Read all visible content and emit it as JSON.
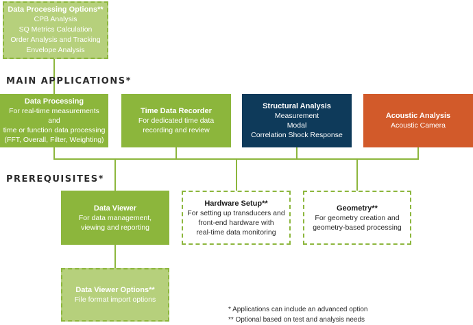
{
  "processing_options": {
    "title": "Data Processing Options**",
    "items": [
      "CPB Analysis",
      "SQ Metrics Calculation",
      "Order Analysis and Tracking",
      "Envelope Analysis"
    ]
  },
  "sections": {
    "main": "MAIN APPLICATIONS*",
    "prereq": "PREREQUISITES*"
  },
  "main_apps": [
    {
      "title": "Data Processing",
      "lines": [
        "For real-time measurements and",
        "time or function data processing",
        "(FFT, Overall, Filter, Weighting)"
      ]
    },
    {
      "title": "Time Data Recorder",
      "lines": [
        "For dedicated time data",
        "recording and review"
      ]
    },
    {
      "title": "Structural Analysis",
      "lines": [
        "Measurement",
        "Modal",
        "Correlation Shock Response"
      ]
    },
    {
      "title": "Acoustic Analysis",
      "lines": [
        "Acoustic Camera"
      ]
    }
  ],
  "prereqs": [
    {
      "title": "Data Viewer",
      "lines": [
        "For data management,",
        "viewing and reporting"
      ]
    },
    {
      "title": "Hardware Setup**",
      "lines": [
        "For setting up transducers and",
        "front-end hardware with",
        "real-time data monitoring"
      ]
    },
    {
      "title": "Geometry**",
      "lines": [
        "For geometry creation and",
        "geometry-based processing"
      ]
    }
  ],
  "viewer_options": {
    "title": "Data Viewer Options**",
    "lines": [
      "File format import options"
    ]
  },
  "notes": [
    "*   Applications can include an advanced option",
    "** Optional based on test and analysis needs"
  ],
  "colors": {
    "green": "#8cb63c",
    "light_green": "#b6d07c",
    "navy": "#0e3a5a",
    "orange": "#d25a2a"
  }
}
